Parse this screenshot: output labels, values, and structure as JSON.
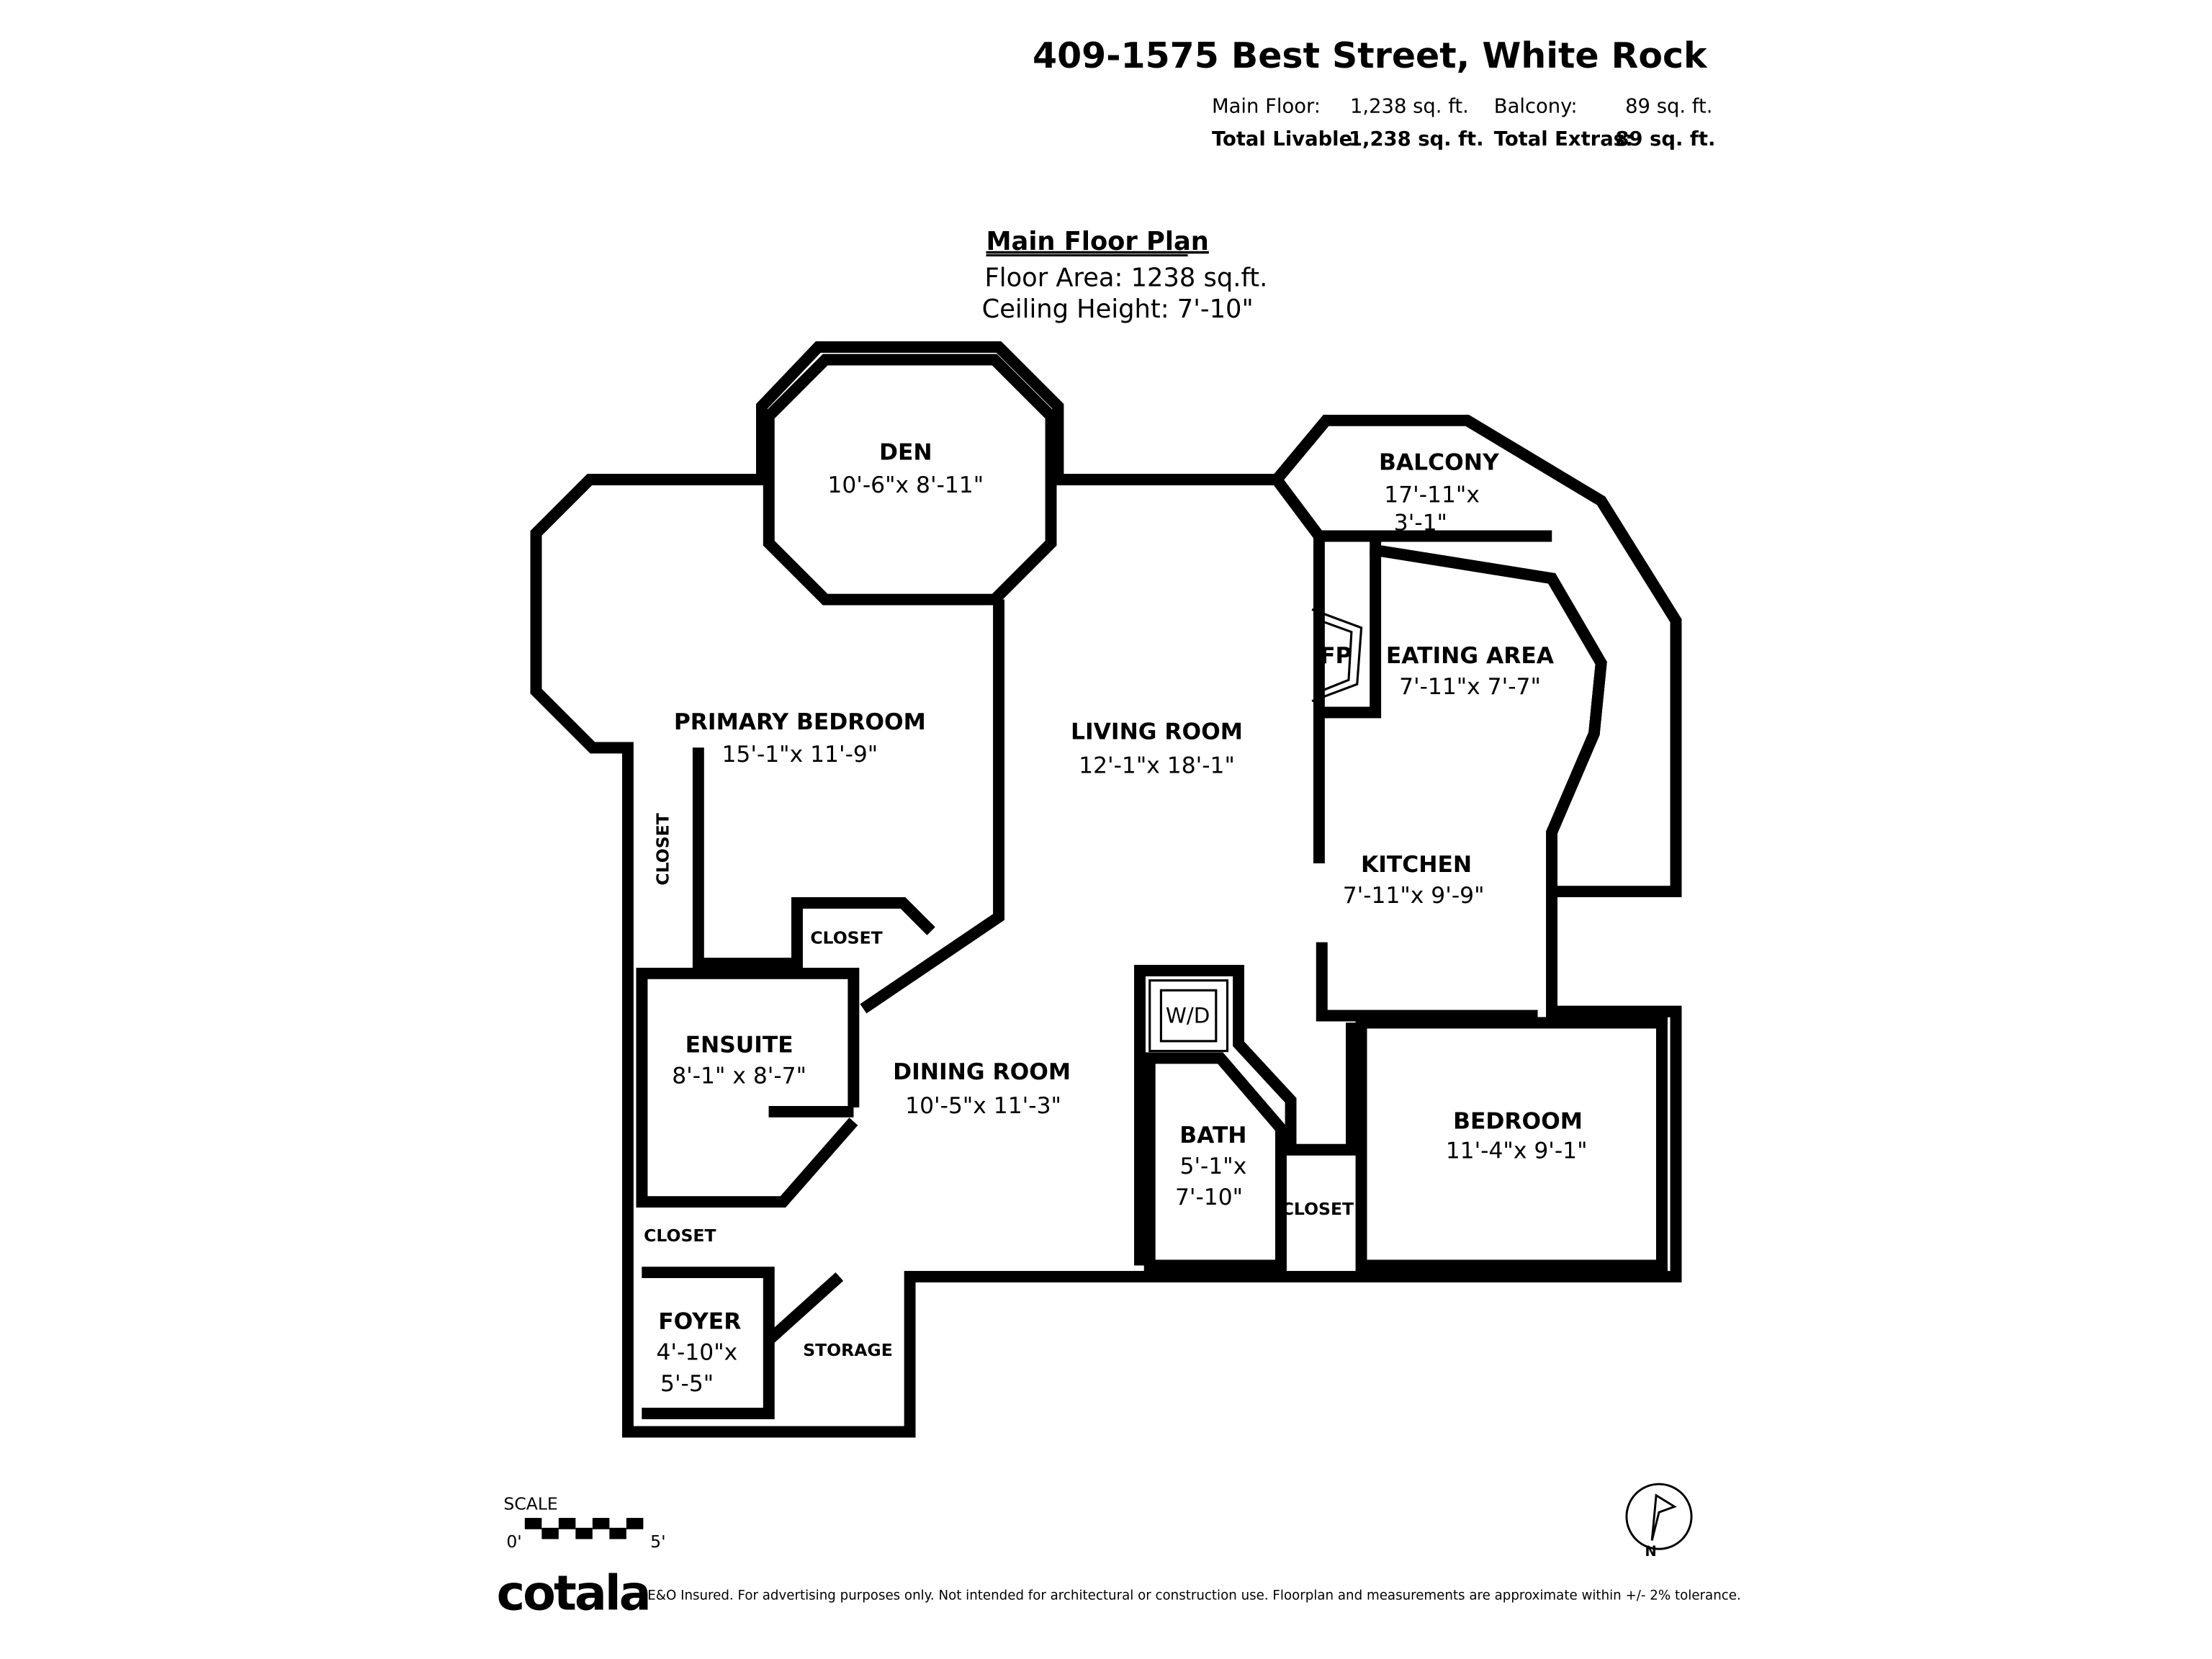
{
  "header": {
    "address": "409-1575 Best Street, White Rock",
    "main_floor_label": "Main Floor:",
    "main_floor_value": "1,238 sq. ft.",
    "balcony_label": "Balcony:",
    "balcony_value": "89 sq. ft.",
    "total_livable_label": "Total Livable:",
    "total_livable_value": "1,238 sq. ft.",
    "total_extras_label": "Total Extras:",
    "total_extras_value": "89 sq. ft."
  },
  "plan": {
    "title": "Main Floor Plan",
    "floor_area": "Floor Area: 1238 sq.ft.",
    "ceiling_height": "Ceiling Height: 7'-10\""
  },
  "rooms": {
    "den": {
      "name": "DEN",
      "dims": "10'-6\"x 8'-11\""
    },
    "balcony": {
      "name": "BALCONY",
      "dims1": "17'-11\"x",
      "dims2": "3'-1\""
    },
    "fireplace": {
      "name": "FP"
    },
    "eating": {
      "name": "EATING AREA",
      "dims": "7'-11\"x 7'-7\""
    },
    "primary": {
      "name": "PRIMARY BEDROOM",
      "dims": "15'-1\"x 11'-9\""
    },
    "living": {
      "name": "LIVING ROOM",
      "dims": "12'-1\"x 18'-1\""
    },
    "closet_left": {
      "name": "CLOSET"
    },
    "kitchen": {
      "name": "KITCHEN",
      "dims": "7'-11\"x 9'-9\""
    },
    "closet_primary": {
      "name": "CLOSET"
    },
    "wd": {
      "name": "W/D"
    },
    "ensuite": {
      "name": "ENSUITE",
      "dims": "8'-1\" x 8'-7\""
    },
    "dining": {
      "name": "DINING ROOM",
      "dims": "10'-5\"x 11'-3\""
    },
    "bedroom": {
      "name": "BEDROOM",
      "dims": "11'-4\"x 9'-1\""
    },
    "bath": {
      "name": "BATH",
      "dims1": "5'-1\"x",
      "dims2": "7'-10\""
    },
    "closet_bath": {
      "name": "CLOSET"
    },
    "closet_foyer": {
      "name": "CLOSET"
    },
    "foyer": {
      "name": "FOYER",
      "dims1": "4'-10\"x",
      "dims2": "5'-5\""
    },
    "storage": {
      "name": "STORAGE"
    }
  },
  "scale": {
    "label": "SCALE",
    "start": "0'",
    "end": "5'"
  },
  "compass": {
    "label": "N"
  },
  "footer": {
    "logo": "cotala",
    "disclaimer": "E&O Insured. For advertising purposes only. Not intended for architectural or construction use. Floorplan and measurements are approximate within +/- 2% tolerance."
  }
}
